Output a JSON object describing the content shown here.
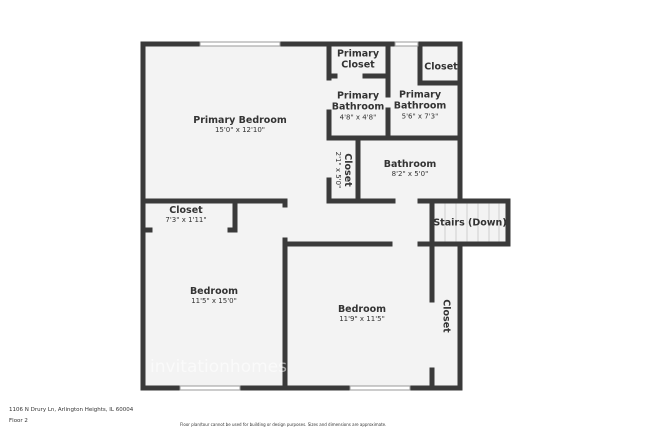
{
  "address": "1106 N Drury Ln, Arlington Heights, IL 60004",
  "floor": "Floor 2",
  "disclaimer": "Floor plan/tour cannot be used for building or design purposes. Sizes and dimensions are approximate.",
  "watermark": "invitationhomes",
  "colors": {
    "wall": "#3a3a3a",
    "floor": "#f3f3f3",
    "window": "#ffffff"
  },
  "rooms": [
    {
      "name": "Primary Bedroom",
      "dims": "15'0\" x 12'10\""
    },
    {
      "name": "Primary Closet",
      "dims": ""
    },
    {
      "name": "Primary Bathroom",
      "dims": "4'8\" x 4'8\""
    },
    {
      "name": "Primary Bathroom",
      "dims": "5'6\" x 7'3\""
    },
    {
      "name": "Closet",
      "dims": ""
    },
    {
      "name": "Closet",
      "dims": "2'1\" x 5'0\""
    },
    {
      "name": "Bathroom",
      "dims": "8'2\" x 5'0\""
    },
    {
      "name": "Closet",
      "dims": "7'3\" x 1'11\""
    },
    {
      "name": "Stairs (Down)",
      "dims": ""
    },
    {
      "name": "Bedroom",
      "dims": "11'5\" x 15'0\""
    },
    {
      "name": "Bedroom",
      "dims": "11'9\" x 11'5\""
    },
    {
      "name": "Closet",
      "dims": ""
    }
  ]
}
